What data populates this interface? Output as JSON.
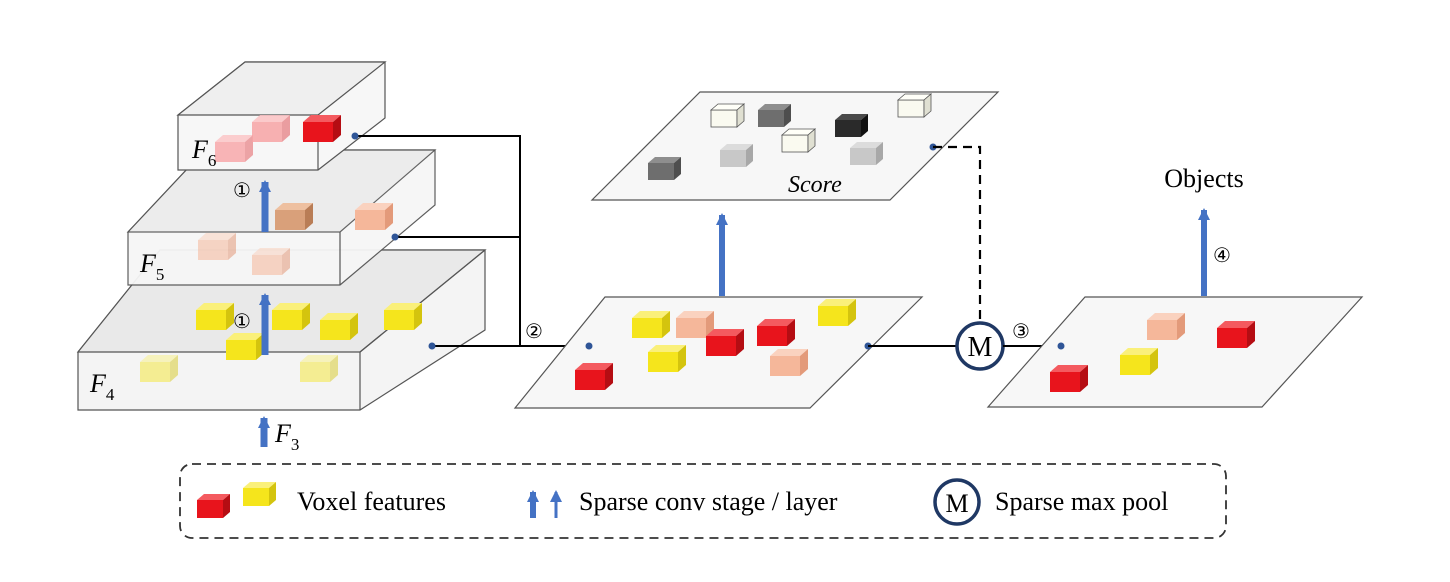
{
  "layers": {
    "f6_label": "F",
    "f6_sub": "6",
    "f5_label": "F",
    "f5_sub": "5",
    "f4_label": "F",
    "f4_sub": "4",
    "f3_label": "F",
    "f3_sub": "3"
  },
  "steps": {
    "step1": "①",
    "step2": "②",
    "step3": "③",
    "step4": "④"
  },
  "score_label": "Score",
  "objects_label": "Objects",
  "maxpool_symbol": "M",
  "legend": {
    "voxel_label": "Voxel features",
    "conv_label": "Sparse conv stage / layer",
    "maxpool_symbol": "M",
    "maxpool_label": "Sparse max pool"
  },
  "colors": {
    "arrow_blue": "#4472c4",
    "red_voxel": "#e8141c",
    "yellow_voxel": "#f5e51c",
    "peach_voxel": "#f5b79a",
    "pool_ring": "#1f3864"
  }
}
